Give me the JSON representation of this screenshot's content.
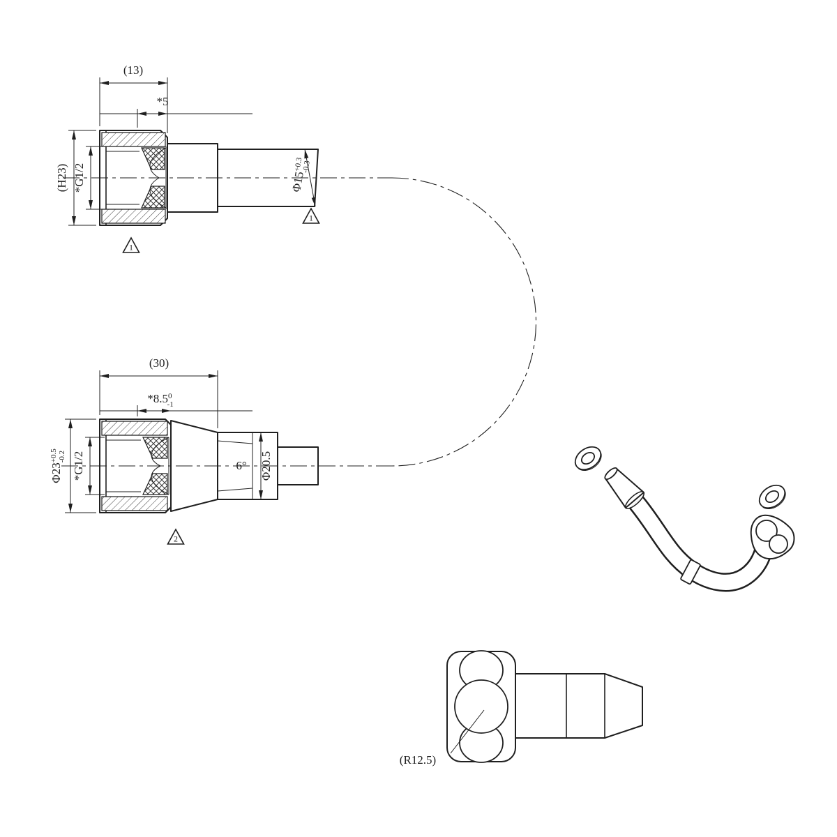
{
  "page": {
    "background_color": "#ffffff",
    "line_color": "#1f1f1f",
    "description": "Technical engineering drawing of a shower hose assembly with two sectioned end fittings, an isometric hose view and an elbow detail"
  },
  "views": {
    "hose_end_1": {
      "dim_width_total": "(13)",
      "dim_thread_depth": "*5",
      "dim_height": "(H23)",
      "thread_spec": "*G1/2",
      "dim_tube_dia": "Φ15",
      "dim_tube_tol_upper": "+0.3",
      "dim_tube_tol_lower": "-0.3",
      "note_marker_left": "1",
      "note_marker_right": "1"
    },
    "hose_end_2": {
      "dim_width_total": "(30)",
      "dim_thread_depth": "*8.5",
      "dim_thread_depth_tol_upper": "0",
      "dim_thread_depth_tol_lower": "-1",
      "dim_dia": "Φ23",
      "dim_dia_tol_upper": "+0.5",
      "dim_dia_tol_lower": "-0.2",
      "thread_spec": "*G1/2",
      "angle": "6°",
      "dim_cone_dia": "Φ20.5",
      "note_marker": "2"
    },
    "elbow": {
      "dim_radius": "(R12.5)"
    }
  }
}
